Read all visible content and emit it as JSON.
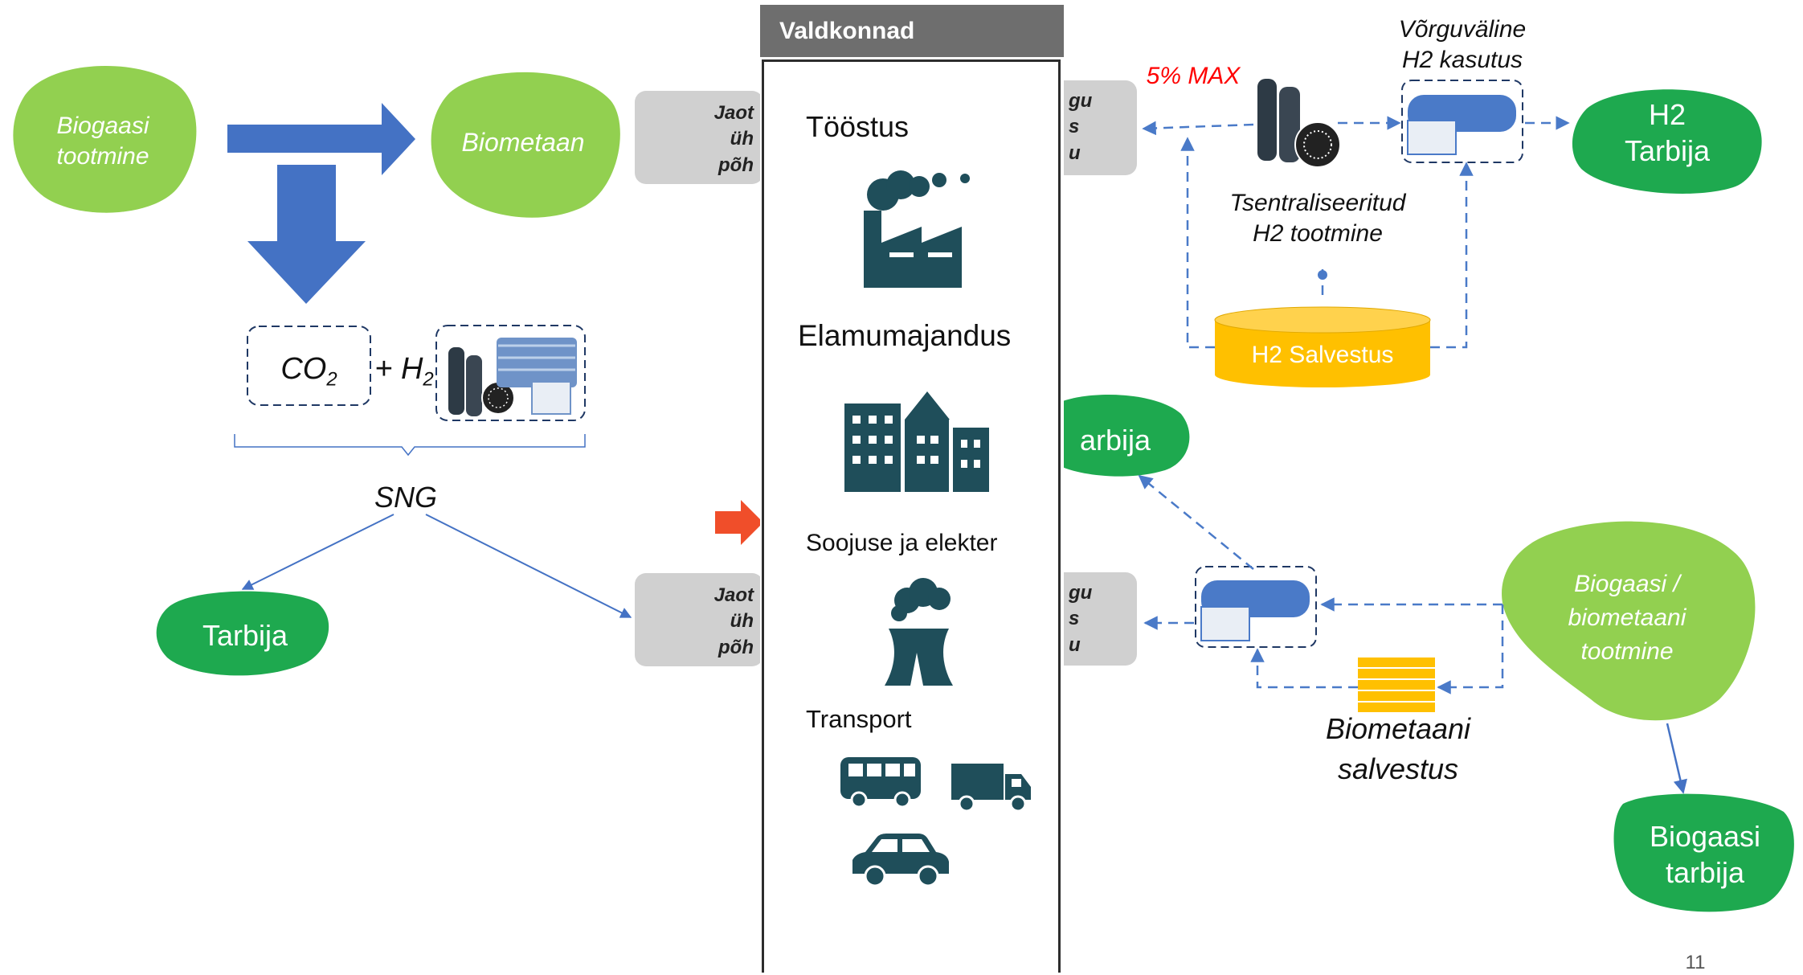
{
  "panel": {
    "title": "Valdkonnad",
    "categories": [
      "Tööstus",
      "Elamumajandus",
      "Soojuse ja elekter",
      "Transport"
    ]
  },
  "left": {
    "biogas_production": "Biogaasi\ntootmine",
    "biomethane": "Biometaan",
    "co2": "CO",
    "co2_sub": "2",
    "h2": "+ H",
    "h2_sub": "2",
    "sng": "SNG",
    "consumer": "Tarbija",
    "gray_top": "Jaot\nüh\npõh",
    "gray_bottom": "Jaot\nüh\npõh"
  },
  "right": {
    "max_label": "5% MAX",
    "offgrid_h2": "Võrguväline\nH2 kasutus",
    "h2_consumer": "H2\nTarbija",
    "central_h2": "Tsentraliseeritud\nH2 tootmine",
    "h2_storage": "H2 Salvestus",
    "consumer_partial": "arbija",
    "biogas_biomethane": "Biogaasi /\nbiometaani\ntootmine",
    "biomethane_storage": "Biometaani\nsalvestus",
    "biogas_consumer": "Biogaasi\ntarbija",
    "gray_top": "gu\ns\nu",
    "gray_bottom": "gu\ns\nu"
  },
  "page_number": "11",
  "colors": {
    "blob_light": "#92d050",
    "blob_dark": "#1ea94f",
    "arrow_blue": "#4472c4",
    "dashed_blue": "#4a7ac8",
    "storage_yellow": "#ffc000",
    "icon_teal": "#1f4e5a",
    "red_arrow": "#f04e2a",
    "max_red": "#ff0000"
  }
}
